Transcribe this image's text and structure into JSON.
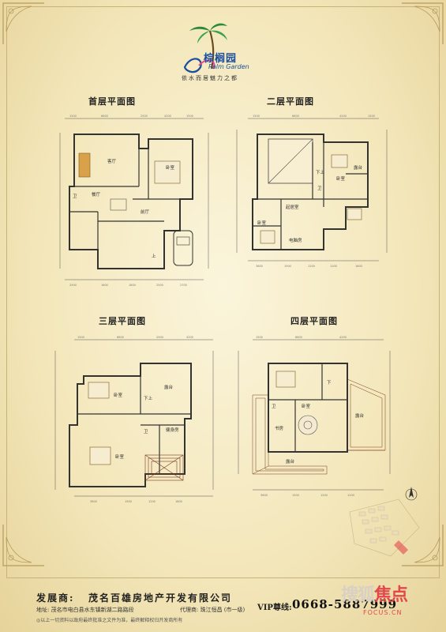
{
  "brand": {
    "name_cn": "棕榈园",
    "name_en": "Palm Garden",
    "slogan": "依水而居魅力之都"
  },
  "floors": [
    {
      "title": "首层平面图",
      "rooms": [
        "客厅",
        "卧室",
        "餐厅",
        "前厅",
        "卫",
        "上"
      ]
    },
    {
      "title": "二层平面图",
      "rooms": [
        "露台",
        "卧室",
        "起居室",
        "卧室",
        "电脑房",
        "卫",
        "下上"
      ]
    },
    {
      "title": "三层平面图",
      "rooms": [
        "卧室",
        "露台",
        "健身房",
        "卧室",
        "下上",
        "卫"
      ]
    },
    {
      "title": "四层平面图",
      "rooms": [
        "卧室",
        "露台",
        "书房",
        "露台",
        "卫",
        "下"
      ]
    }
  ],
  "footer": {
    "developer_label": "发展商:",
    "developer_name": "茂名百雄房地产开发有限公司",
    "address": "地址: 茂名市电白县水东镇新湖二路路段",
    "agent": "代理商: 珠江恒昌 (市一级)",
    "note": "◎以上一切资料以政府最终批准之文件为准，最终解释权归开发商所有",
    "vip_label": "VIP尊线:",
    "vip_phone": "0668-5887999"
  },
  "watermark": {
    "text_a": "搜狐",
    "text_b": "焦点",
    "url": "FOCUS.CN"
  },
  "colors": {
    "paper": "#f3e6b9",
    "brand_blue": "#1a4fa0",
    "palm_green": "#2a8a3a",
    "watermark_red": "#e2474b"
  }
}
